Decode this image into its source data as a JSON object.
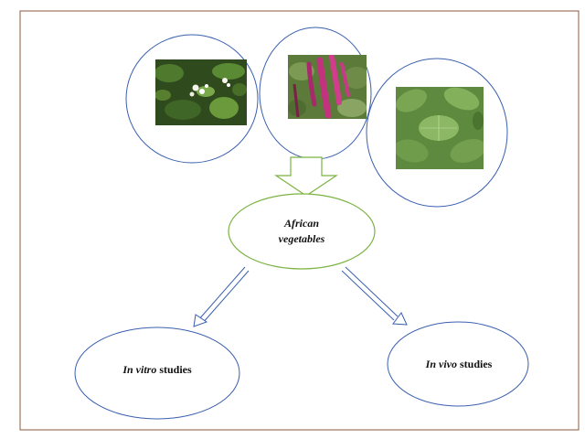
{
  "central_node": {
    "line1": "African",
    "line2": "vegetables"
  },
  "in_vitro_node": {
    "italic": "In vitro",
    "rest": " studies"
  },
  "in_vivo_node": {
    "italic": "In vivo",
    "rest": " studies"
  },
  "photos": [
    {
      "subject": "leafy plant with small white flowers"
    },
    {
      "subject": "plant with drooping magenta flower spikes"
    },
    {
      "subject": "green leafy herb"
    }
  ],
  "colors": {
    "frame": "#8b5a3c",
    "photo_circle": "#3a5fb0",
    "central_ellipse": "#7cb342",
    "down_arrow": "#7cb342",
    "study_ellipse": "#3a5fb0",
    "branch_arrow": "#3a5fb0"
  }
}
